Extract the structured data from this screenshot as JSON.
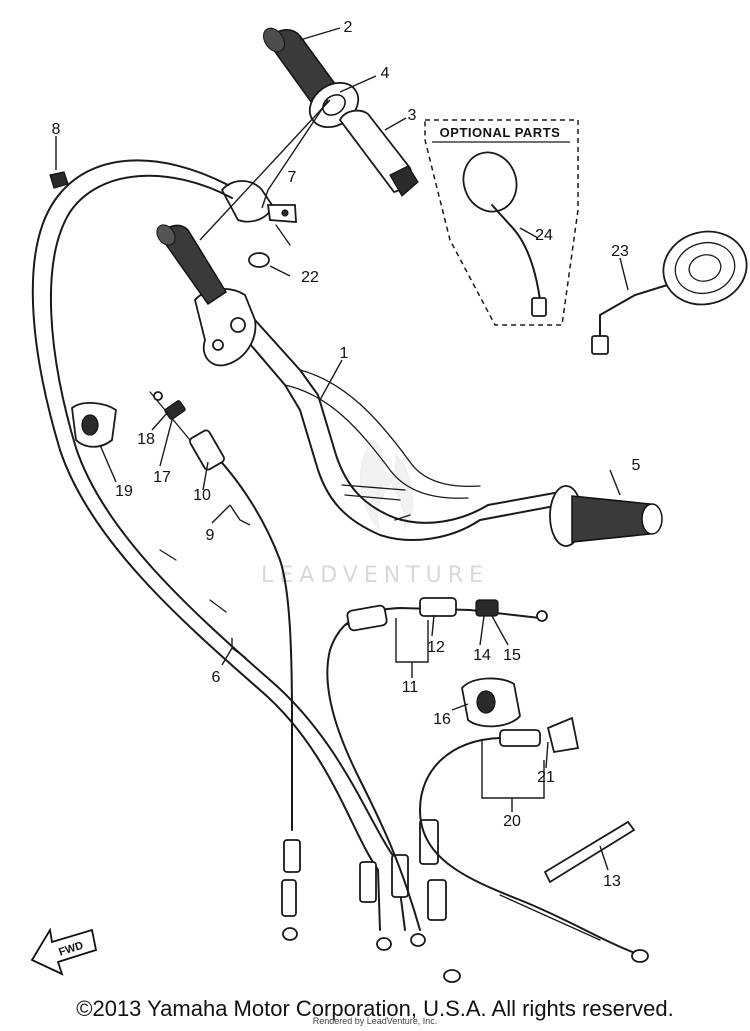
{
  "optional_parts": {
    "title": "OPTIONAL PARTS"
  },
  "watermark": "LEADVENTURE",
  "fwd_label": "FWD",
  "footer": {
    "copyright": "©2013 Yamaha Motor Corporation, U.S.A. All rights reserved.",
    "rendered_by": "Rendered by LeadVenture, Inc."
  },
  "callouts": {
    "c1": "1",
    "c2": "2",
    "c3": "3",
    "c4": "4",
    "c5": "5",
    "c6": "6",
    "c7": "7",
    "c8": "8",
    "c9": "9",
    "c10": "10",
    "c11": "11",
    "c12": "12",
    "c13": "13",
    "c14": "14",
    "c15": "15",
    "c16": "16",
    "c17": "17",
    "c18": "18",
    "c19": "19",
    "c20": "20",
    "c21": "21",
    "c22": "22",
    "c23": "23",
    "c24": "24"
  }
}
